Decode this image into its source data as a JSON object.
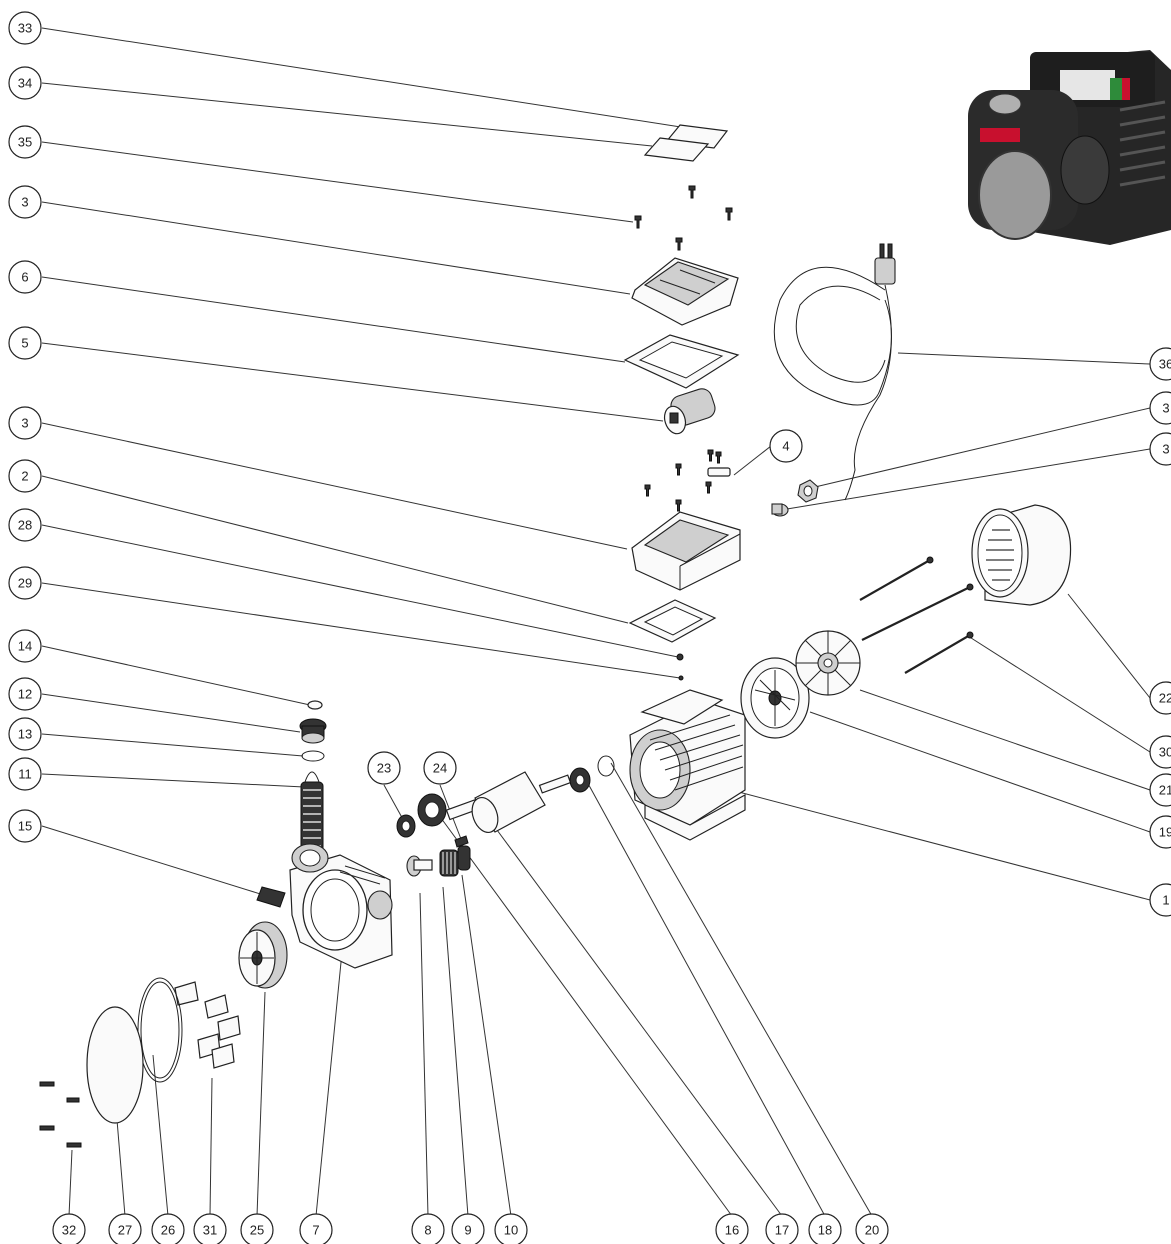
{
  "callouts_left": [
    "33",
    "34",
    "35",
    "3",
    "6",
    "5",
    "3",
    "2",
    "28",
    "29",
    "14",
    "12",
    "13",
    "11",
    "15"
  ],
  "callouts_top_mid": [
    "4",
    "23",
    "24"
  ],
  "callouts_right": [
    "36",
    "3",
    "3",
    "22",
    "30",
    "21",
    "19",
    "1"
  ],
  "callouts_bottom": [
    "32",
    "27",
    "26",
    "31",
    "25",
    "7",
    "8",
    "9",
    "10",
    "16",
    "17",
    "18",
    "20"
  ],
  "colors": {
    "line": "#333333",
    "pump_body": "#2b2b2b",
    "pump_plate": "#9a9a9a",
    "pump_label": "#c8102e",
    "switch_green": "#2e8b3a"
  },
  "icons": {
    "product_photo": "pump-photo-icon",
    "power_cable": "power-cable-icon"
  }
}
